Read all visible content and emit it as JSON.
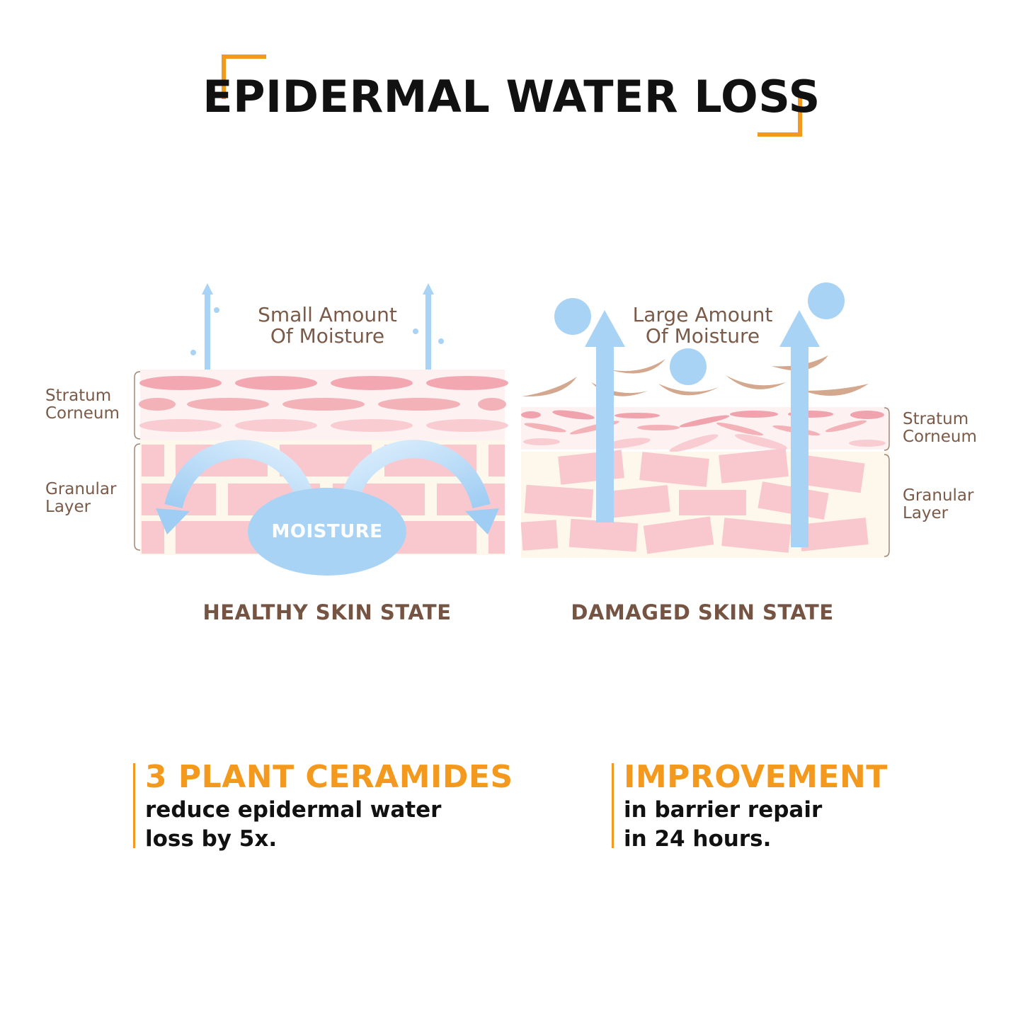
{
  "title": "EPIDERMAL WATER LOSS",
  "colors": {
    "accent": "#f39a1e",
    "caption": "#765443",
    "moisture": "#a9d3f5",
    "cell_pink": "#f9c8cf",
    "cell_deep": "#f0a2ad",
    "flake": "#d4a88e"
  },
  "healthy": {
    "amount_label": "Small Amount\nOf Moisture",
    "moisture_label": "MOISTURE",
    "caption": "HEALTHY SKIN STATE",
    "layers": {
      "stratum": "Stratum\nCorneum",
      "granular": "Granular\nLayer"
    }
  },
  "damaged": {
    "amount_label": "Large Amount\nOf Moisture",
    "caption": "DAMAGED SKIN STATE",
    "layers": {
      "stratum": "Stratum\nCorneum",
      "granular": "Granular\nLayer"
    }
  },
  "stats": [
    {
      "headline": "3 PLANT CERAMIDES",
      "body": "reduce epidermal water\nloss by 5x."
    },
    {
      "headline": "IMPROVEMENT",
      "body": "in barrier repair\nin 24 hours."
    }
  ]
}
